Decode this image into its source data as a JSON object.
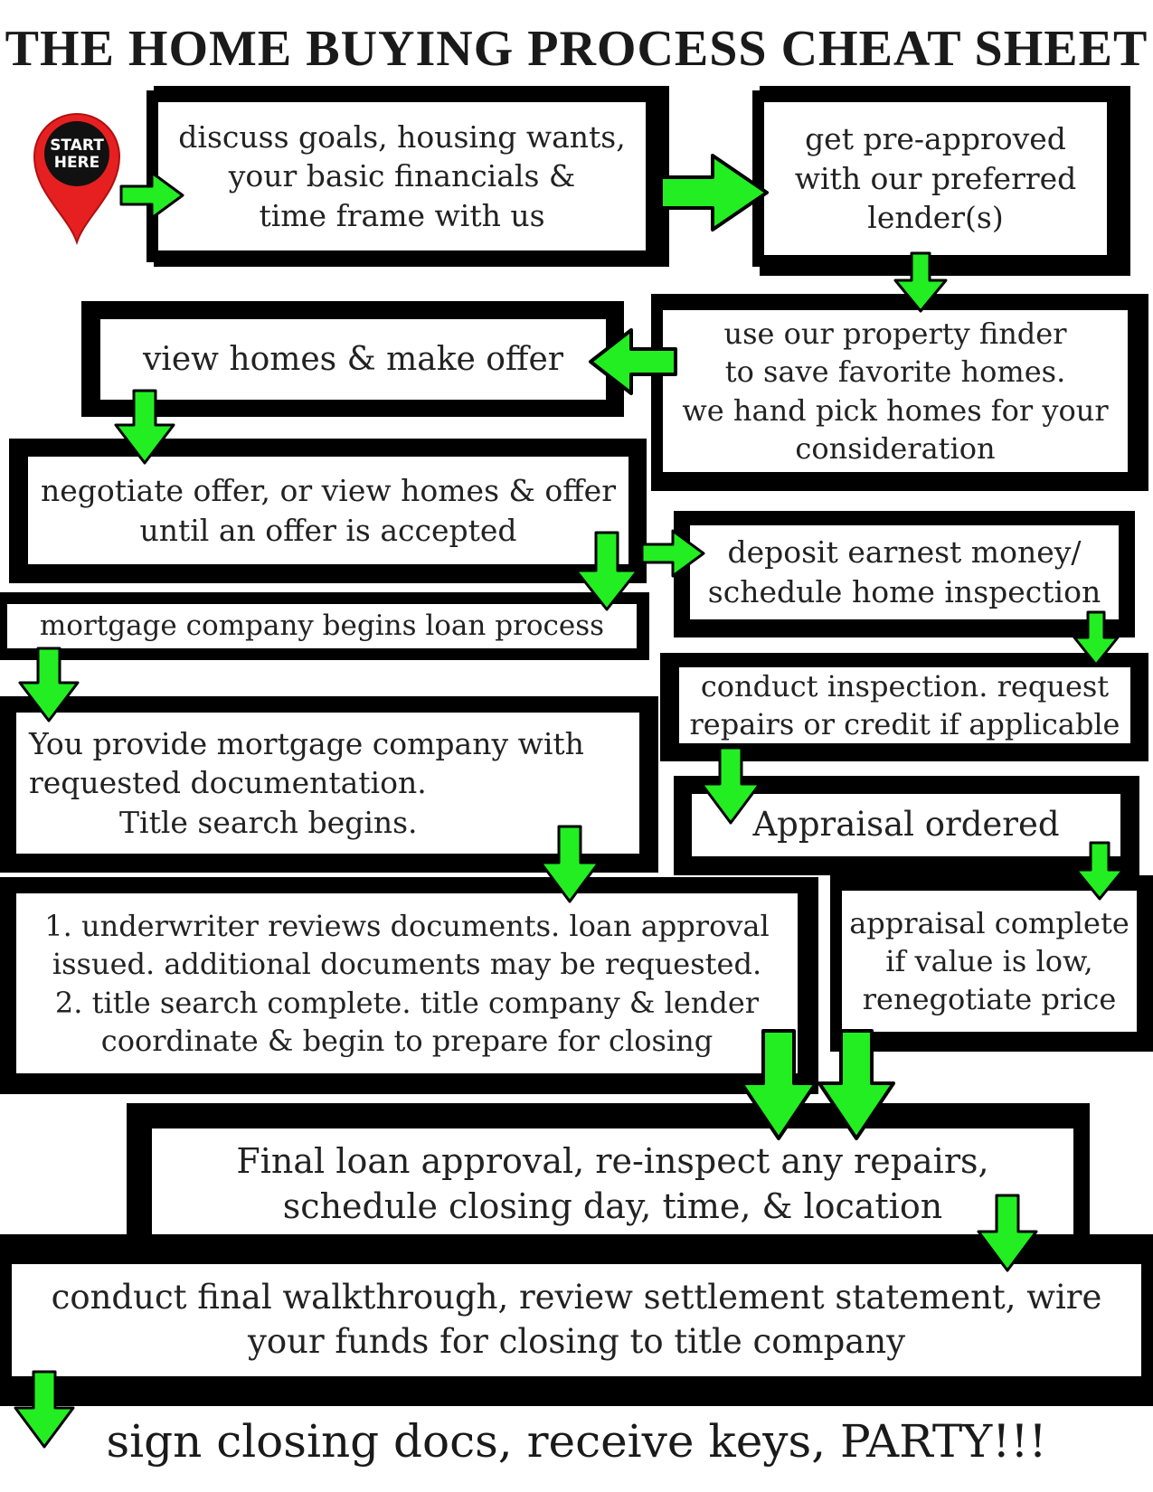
{
  "title": "THE HOME BUYING PROCESS CHEAT SHEET",
  "start_pin": {
    "line1": "START",
    "line2": "HERE"
  },
  "colors": {
    "arrow": "#22ee22",
    "frame": "#000000",
    "pin": "#e62020"
  },
  "steps": [
    {
      "lines": [
        "discuss goals, housing wants,",
        "your basic financials &",
        "time frame with us"
      ]
    },
    {
      "lines": [
        "get pre-approved",
        "with our preferred",
        "lender(s)"
      ]
    },
    {
      "lines": [
        "use our property finder",
        "to save favorite homes.",
        "we hand pick homes for your",
        "consideration"
      ]
    },
    {
      "lines": [
        "view homes & make offer"
      ]
    },
    {
      "lines": [
        "negotiate offer, or view homes & offer",
        "until an offer is accepted"
      ]
    },
    {
      "lines": [
        "deposit earnest money/",
        "schedule home inspection"
      ]
    },
    {
      "lines": [
        "mortgage company begins  loan process"
      ]
    },
    {
      "lines": [
        "conduct inspection. request",
        "repairs or credit if applicable"
      ]
    },
    {
      "lines": [
        "You provide mortgage company with",
        "requested documentation.",
        "Title search begins."
      ]
    },
    {
      "lines": [
        "Appraisal ordered"
      ]
    },
    {
      "lines": [
        "1. underwriter reviews documents. loan approval",
        "issued. additional documents may be requested.",
        "2. title search complete. title company & lender",
        "coordinate & begin to prepare for closing"
      ]
    },
    {
      "lines": [
        "appraisal complete",
        "if value is low,",
        "renegotiate price"
      ]
    },
    {
      "lines": [
        "Final loan approval, re-inspect any repairs,",
        "schedule closing day, time, & location"
      ]
    },
    {
      "lines": [
        "conduct final walkthrough, review settlement statement, wire",
        "your funds for closing to title company"
      ]
    }
  ],
  "final_step": "sign closing docs, receive keys, PARTY!!!"
}
